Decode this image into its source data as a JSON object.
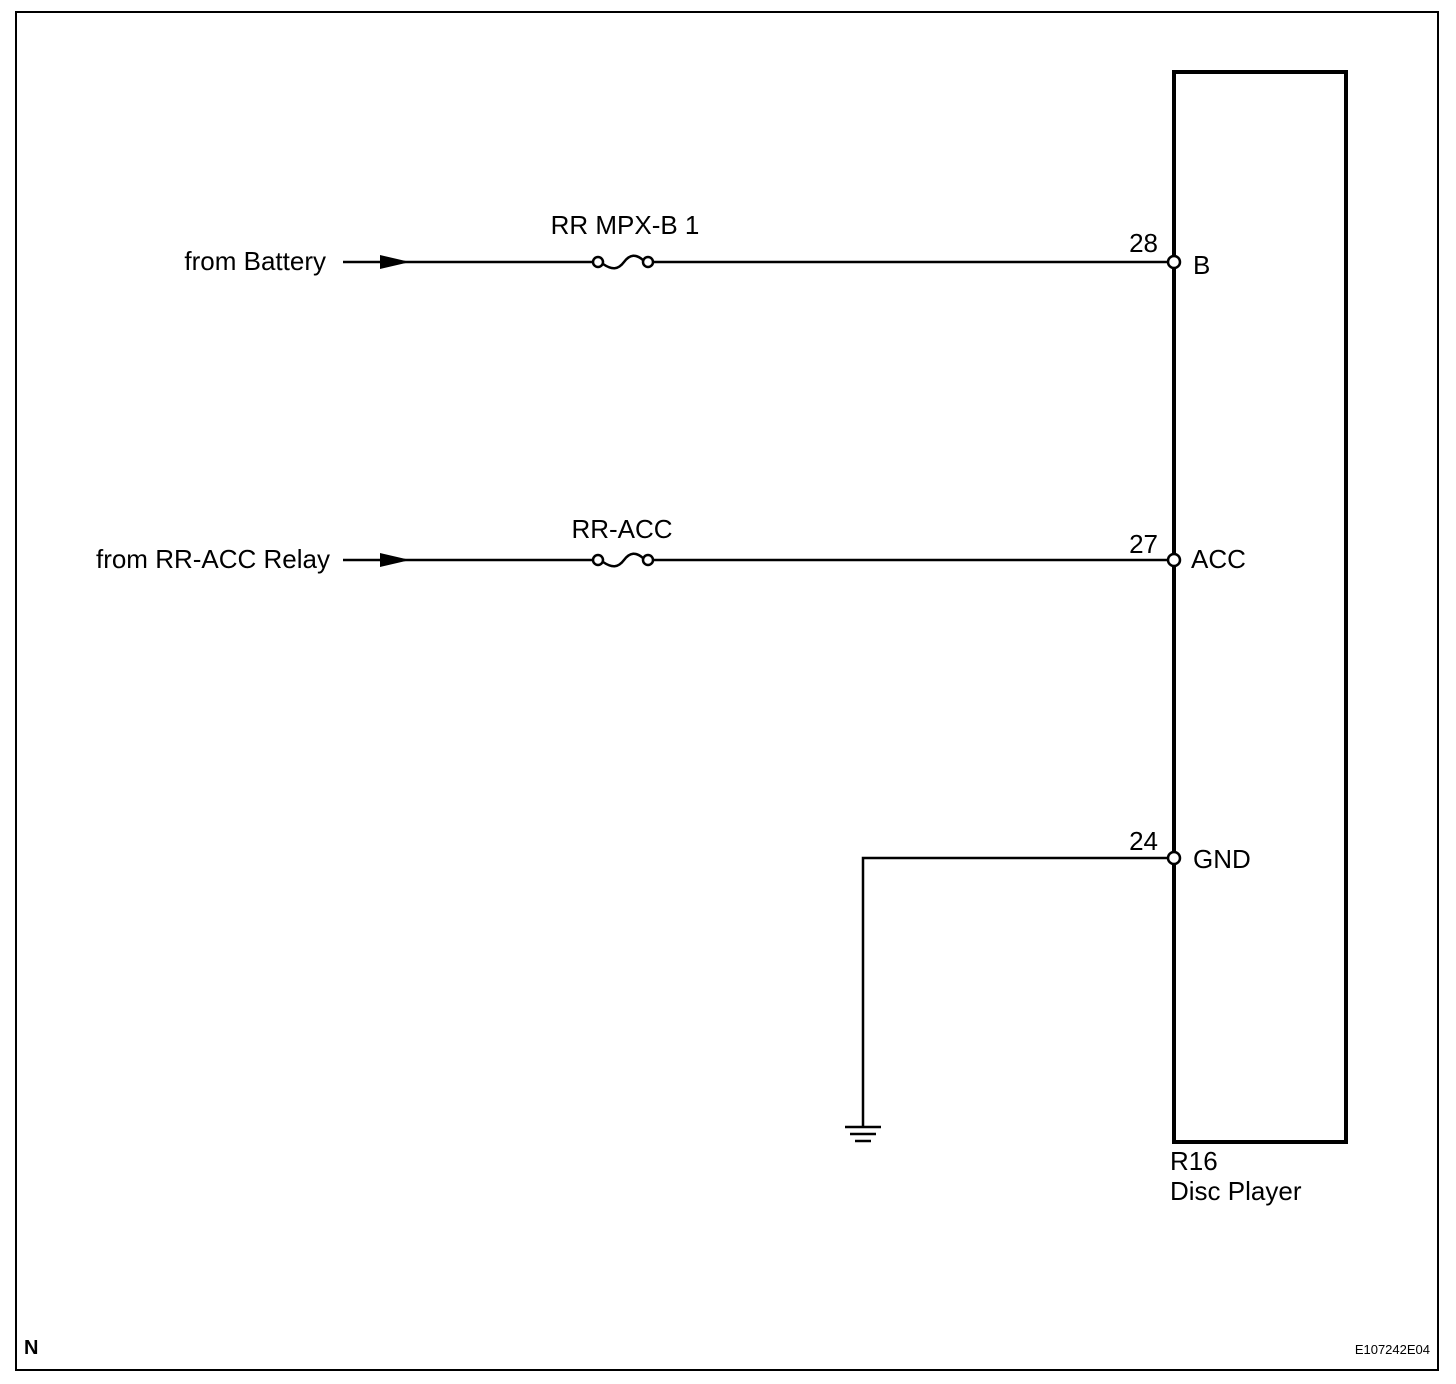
{
  "sources": {
    "battery": "from Battery",
    "acc_relay": "from RR-ACC Relay"
  },
  "fuses": {
    "fuse1": "RR MPX-B 1",
    "fuse2": "RR-ACC"
  },
  "pins": {
    "p28": "28",
    "p27": "27",
    "p24": "24"
  },
  "terminals": {
    "b": "B",
    "acc": "ACC",
    "gnd": "GND"
  },
  "component": {
    "code": "R16",
    "name": "Disc Player"
  },
  "corner": {
    "left": "N",
    "right": "E107242E04"
  }
}
